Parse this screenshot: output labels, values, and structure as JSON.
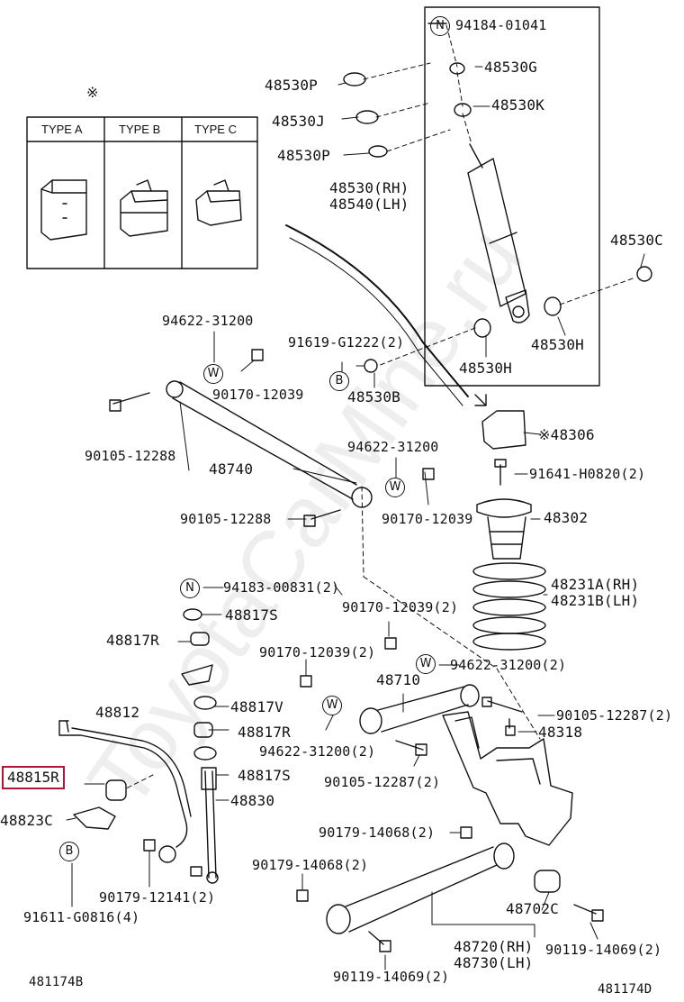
{
  "diagram_id_left": "481174B",
  "diagram_id_right": "481174D",
  "watermark": "ToyotaCarMine.ru",
  "legend_mark": "※",
  "type_table": {
    "col_a": "TYPE A",
    "col_b": "TYPE B",
    "col_c": "TYPE C"
  },
  "symbols": {
    "n": "N",
    "w": "W",
    "b": "B"
  },
  "parts": {
    "p94184": "94184-01041",
    "p48530G": "48530G",
    "p48530P_top": "48530P",
    "p48530K": "48530K",
    "p48530J": "48530J",
    "p48530P_mid": "48530P",
    "p48530RH": "48530(RH)",
    "p48540LH": "48540(LH)",
    "p48530C": "48530C",
    "p48530H_right": "48530H",
    "p94622_a": "94622-31200",
    "p91619": "91619-G1222(2)",
    "p48530H_left": "48530H",
    "p90170_a": "90170-12039",
    "p48530B": "48530B",
    "p90105_a": "90105-12288",
    "p48306": "※48306",
    "p94622_b": "94622-31200",
    "p48740": "48740",
    "p91641": "91641-H0820(2)",
    "p90105_b": "90105-12288",
    "p90170_b": "90170-12039",
    "p48302": "48302",
    "p94183": "94183-00831(2)",
    "p48231A": "48231A(RH)",
    "p48231B": "48231B(LH)",
    "p90170_c": "90170-12039(2)",
    "p48817S_top": "48817S",
    "p48817R_top": "48817R",
    "p90170_d": "90170-12039(2)",
    "p48710": "48710",
    "p94622_c": "94622-31200(2)",
    "p48812": "48812",
    "p48817V": "48817V",
    "p90105_c": "90105-12287(2)",
    "p48817R_bot": "48817R",
    "p48318": "48318",
    "p94622_d": "94622-31200(2)",
    "p48815R": "48815R",
    "p48817S_bot": "48817S",
    "p90105_d": "90105-12287(2)",
    "p48830": "48830",
    "p48823C": "48823C",
    "p90179_a": "90179-14068(2)",
    "p90179_b": "90179-14068(2)",
    "p90179_c": "90179-12141(2)",
    "p48702C": "48702C",
    "p91611": "91611-G0816(4)",
    "p90119_a": "90119-14069(2)",
    "p48720RH": "48720(RH)",
    "p48730LH": "48730(LH)",
    "p90119_b": "90119-14069(2)"
  }
}
